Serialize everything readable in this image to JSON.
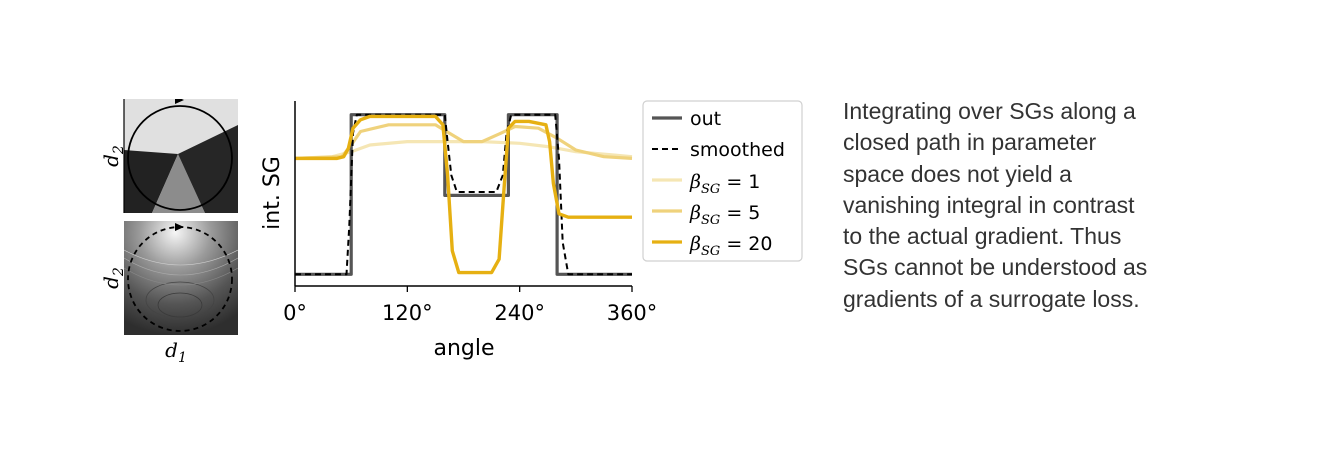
{
  "caption": {
    "lines": [
      "Integrating over SGs along a",
      "closed path in parameter",
      "space does not yield a",
      "vanishing integral in contrast",
      "to the actual gradient. Thus",
      "SGs cannot be understood as",
      "gradients of a surrogate loss."
    ]
  },
  "thumbnails": {
    "top_ylabel_var": "d",
    "top_ylabel_sub": "2",
    "bottom_ylabel_var": "d",
    "bottom_ylabel_sub": "2",
    "bottom_xlabel_var": "d",
    "bottom_xlabel_sub": "1",
    "top_path_style": "solid",
    "bottom_path_style": "dashed"
  },
  "colors": {
    "out": "#555555",
    "smoothed": "#000000",
    "beta1": "#f5e6b4",
    "beta5": "#efd27c",
    "beta20": "#e6b012"
  },
  "chart_data": {
    "type": "line",
    "xlabel": "angle",
    "ylabel": "int. SG",
    "xlim": [
      0,
      360
    ],
    "ylim": [
      0,
      1
    ],
    "xticks": [
      0,
      120,
      240,
      360
    ],
    "xtick_labels": [
      "0°",
      "120°",
      "240°",
      "360°"
    ],
    "grid": false,
    "legend_position": "right",
    "legend": [
      {
        "label": "out",
        "style": "solid"
      },
      {
        "label": "smoothed",
        "style": "dashed"
      },
      {
        "label_main": "β",
        "label_sub": "SG",
        "label_tail": " = 1",
        "style": "solid"
      },
      {
        "label_main": "β",
        "label_sub": "SG",
        "label_tail": " = 5",
        "style": "solid"
      },
      {
        "label_main": "β",
        "label_sub": "SG",
        "label_tail": " = 20",
        "style": "solid"
      }
    ],
    "series": [
      {
        "name": "out",
        "x": [
          0,
          60,
          60,
          160,
          160,
          228,
          228,
          280,
          280,
          360
        ],
        "y": [
          0.01,
          0.01,
          0.96,
          0.96,
          0.48,
          0.48,
          0.96,
          0.96,
          0.01,
          0.01
        ]
      },
      {
        "name": "smoothed",
        "x": [
          0,
          55,
          58,
          62,
          66,
          160,
          163,
          167,
          173,
          215,
          222,
          226,
          231,
          278,
          282,
          286,
          292,
          360
        ],
        "y": [
          0.01,
          0.01,
          0.3,
          0.85,
          0.96,
          0.96,
          0.8,
          0.6,
          0.5,
          0.5,
          0.6,
          0.85,
          0.96,
          0.96,
          0.7,
          0.2,
          0.01,
          0.01
        ]
      },
      {
        "name": "β_SG = 1",
        "x": [
          0,
          40,
          60,
          80,
          120,
          160,
          200,
          240,
          270,
          300,
          340,
          360
        ],
        "y": [
          0.7,
          0.71,
          0.74,
          0.78,
          0.8,
          0.8,
          0.8,
          0.79,
          0.77,
          0.74,
          0.72,
          0.71
        ]
      },
      {
        "name": "β_SG = 5",
        "x": [
          0,
          50,
          60,
          70,
          100,
          150,
          165,
          180,
          200,
          220,
          235,
          260,
          280,
          300,
          330,
          360
        ],
        "y": [
          0.7,
          0.71,
          0.78,
          0.86,
          0.9,
          0.9,
          0.85,
          0.8,
          0.8,
          0.85,
          0.89,
          0.88,
          0.82,
          0.75,
          0.71,
          0.7
        ]
      },
      {
        "name": "β_SG = 20",
        "x": [
          0,
          45,
          52,
          57,
          62,
          70,
          80,
          150,
          158,
          163,
          168,
          175,
          210,
          218,
          223,
          228,
          235,
          250,
          268,
          272,
          276,
          282,
          292,
          360
        ],
        "y": [
          0.7,
          0.7,
          0.71,
          0.76,
          0.88,
          0.93,
          0.95,
          0.95,
          0.9,
          0.6,
          0.15,
          0.02,
          0.02,
          0.1,
          0.5,
          0.88,
          0.92,
          0.92,
          0.9,
          0.8,
          0.55,
          0.37,
          0.35,
          0.35
        ]
      }
    ]
  }
}
